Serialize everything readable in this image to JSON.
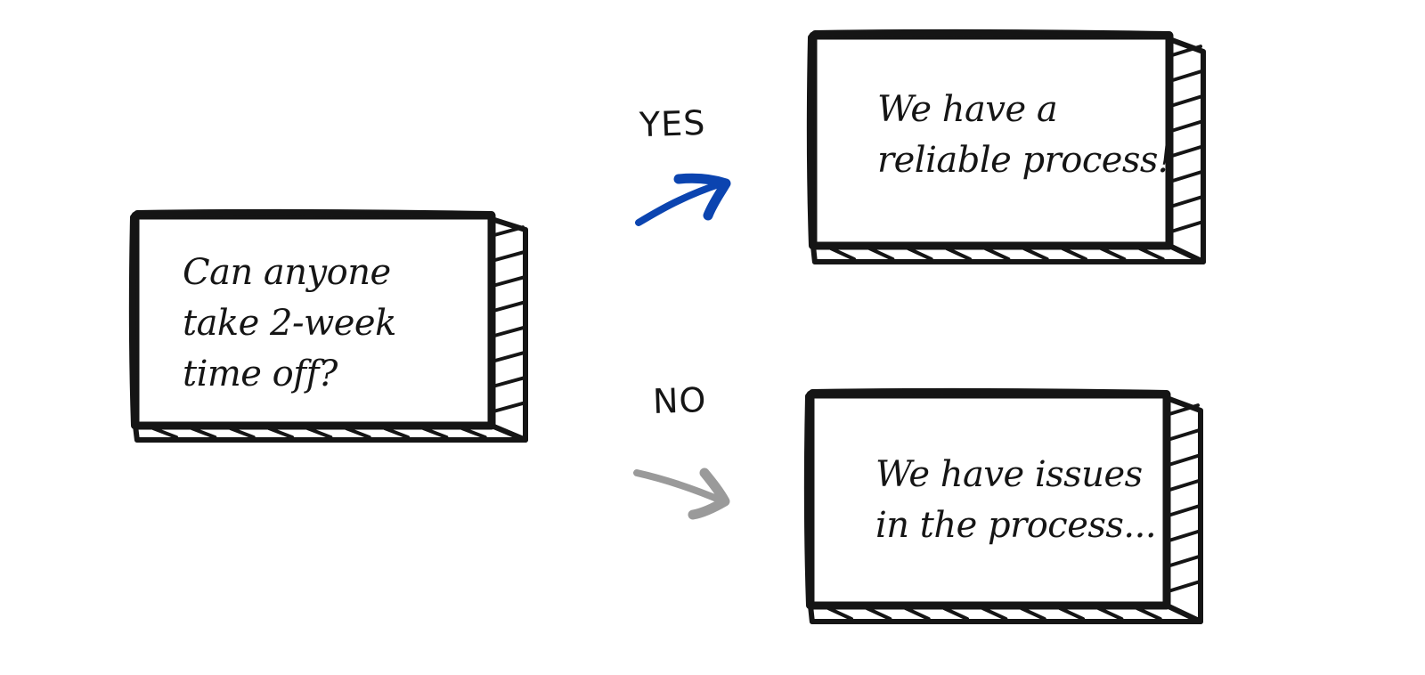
{
  "nodes": {
    "question": {
      "lines": [
        "Can anyone",
        "take 2-week",
        "time off?"
      ]
    },
    "yes_outcome": {
      "lines": [
        "We have a",
        "reliable process!"
      ]
    },
    "no_outcome": {
      "lines": [
        "We have issues",
        "in the process..."
      ]
    }
  },
  "edges": {
    "yes": {
      "label": "YES",
      "color": "#0b44b0"
    },
    "no": {
      "label": "NO",
      "color": "#9a9a9a"
    }
  },
  "colors": {
    "ink": "#151515",
    "background": "#ffffff"
  }
}
